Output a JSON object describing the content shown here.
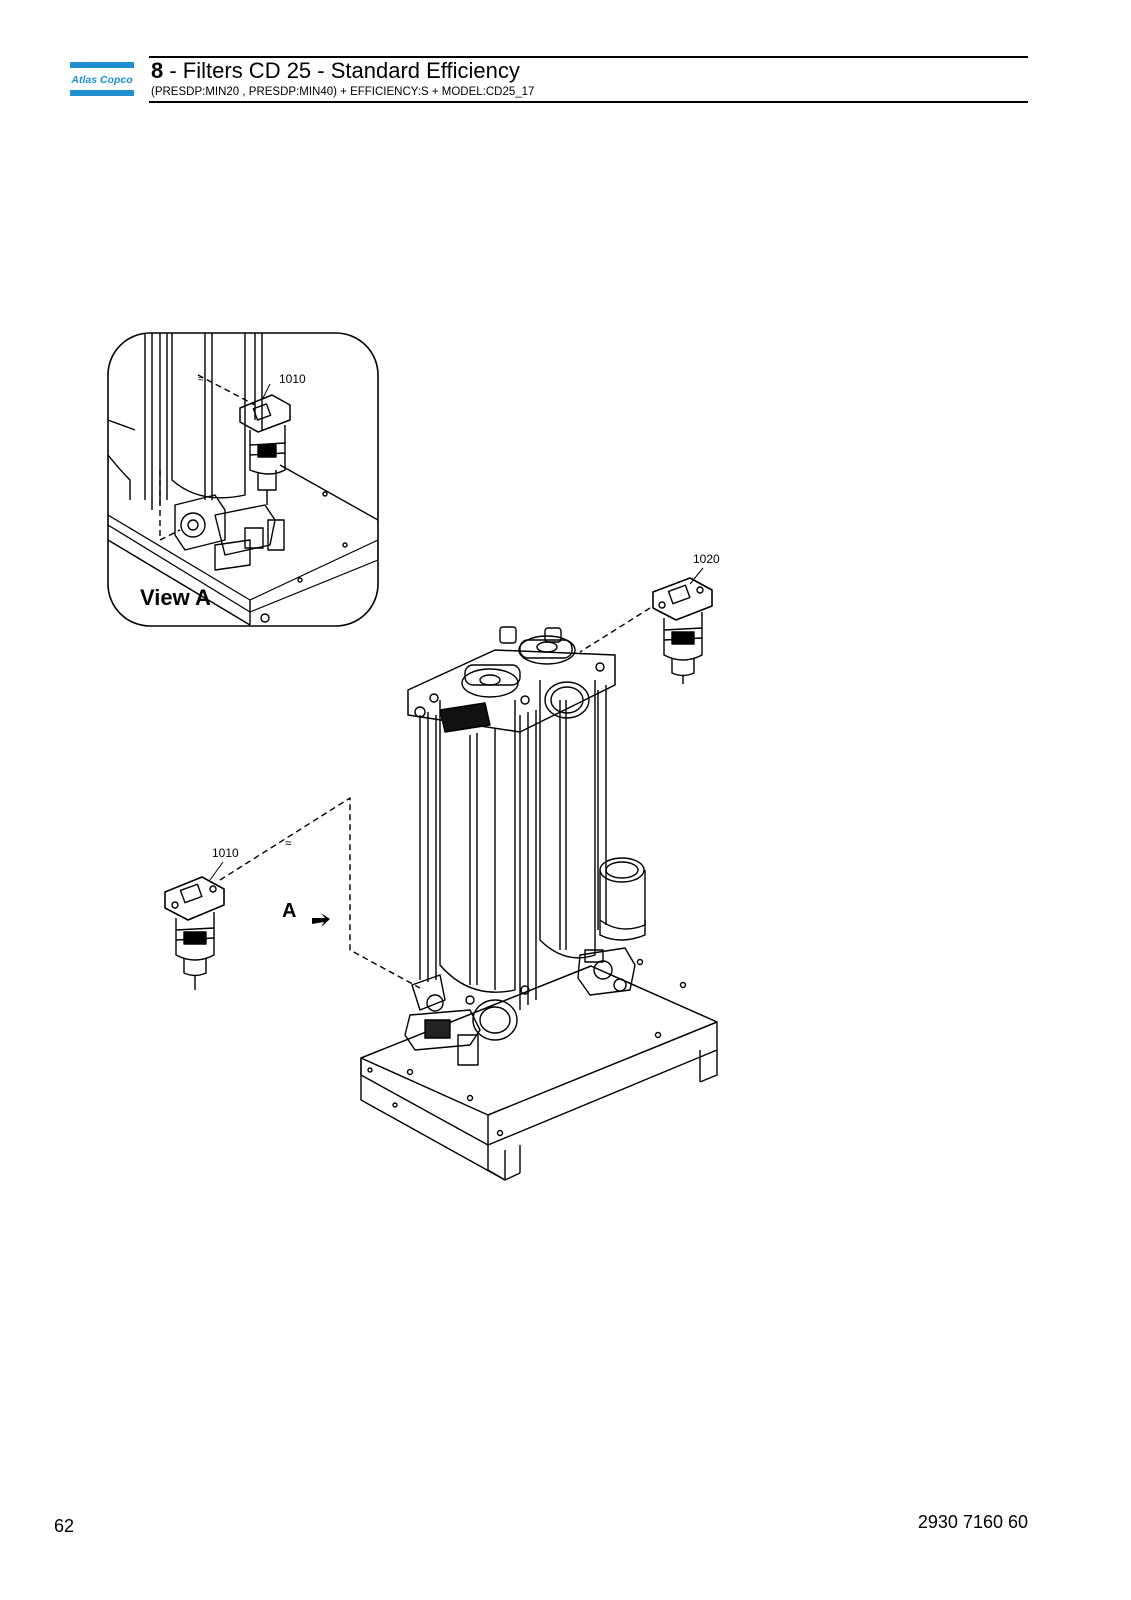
{
  "brand": {
    "logo_text": "Atlas Copco",
    "color": "#1f8fcf"
  },
  "header": {
    "section_number": "8",
    "title_rest": " - Filters CD 25 - Standard Efficiency",
    "subtitle": "(PRESDP:MIN20 , PRESDP:MIN40) + EFFICIENCY:S + MODEL:CD25_17"
  },
  "drawing": {
    "inset_label": "View A",
    "inset_part": "1010",
    "part_1020": "1020",
    "part_1010": "1010",
    "view_marker": "A"
  },
  "footer": {
    "page_number": "62",
    "document_number": "2930 7160 60"
  }
}
